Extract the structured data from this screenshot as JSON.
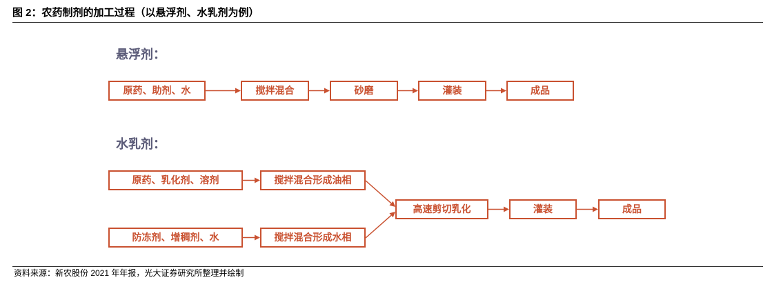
{
  "figure": {
    "title": "图 2：农药制剂的加工过程（以悬浮剂、水乳剂为例）",
    "source": "资料来源：新农股份 2021 年年报，光大证券研究所整理并绘制"
  },
  "suspension_concentrate": {
    "label": "悬浮剂：",
    "steps": [
      "原药、助剂、水",
      "搅拌混合",
      "砂磨",
      "灌装",
      "成品"
    ]
  },
  "emulsion_in_water": {
    "label": "水乳剂：",
    "oil_phase": {
      "input": "原药、乳化剂、溶剂",
      "step": "搅拌混合形成油相"
    },
    "water_phase": {
      "input": "防冻剂、增稠剂、水",
      "step": "搅拌混合形成水相"
    },
    "steps": [
      "高速剪切乳化",
      "灌装",
      "成品"
    ]
  },
  "colors": {
    "accent": "#C95130",
    "section_label": "#5B5B78",
    "text": "#000000",
    "rule": "#333333"
  }
}
